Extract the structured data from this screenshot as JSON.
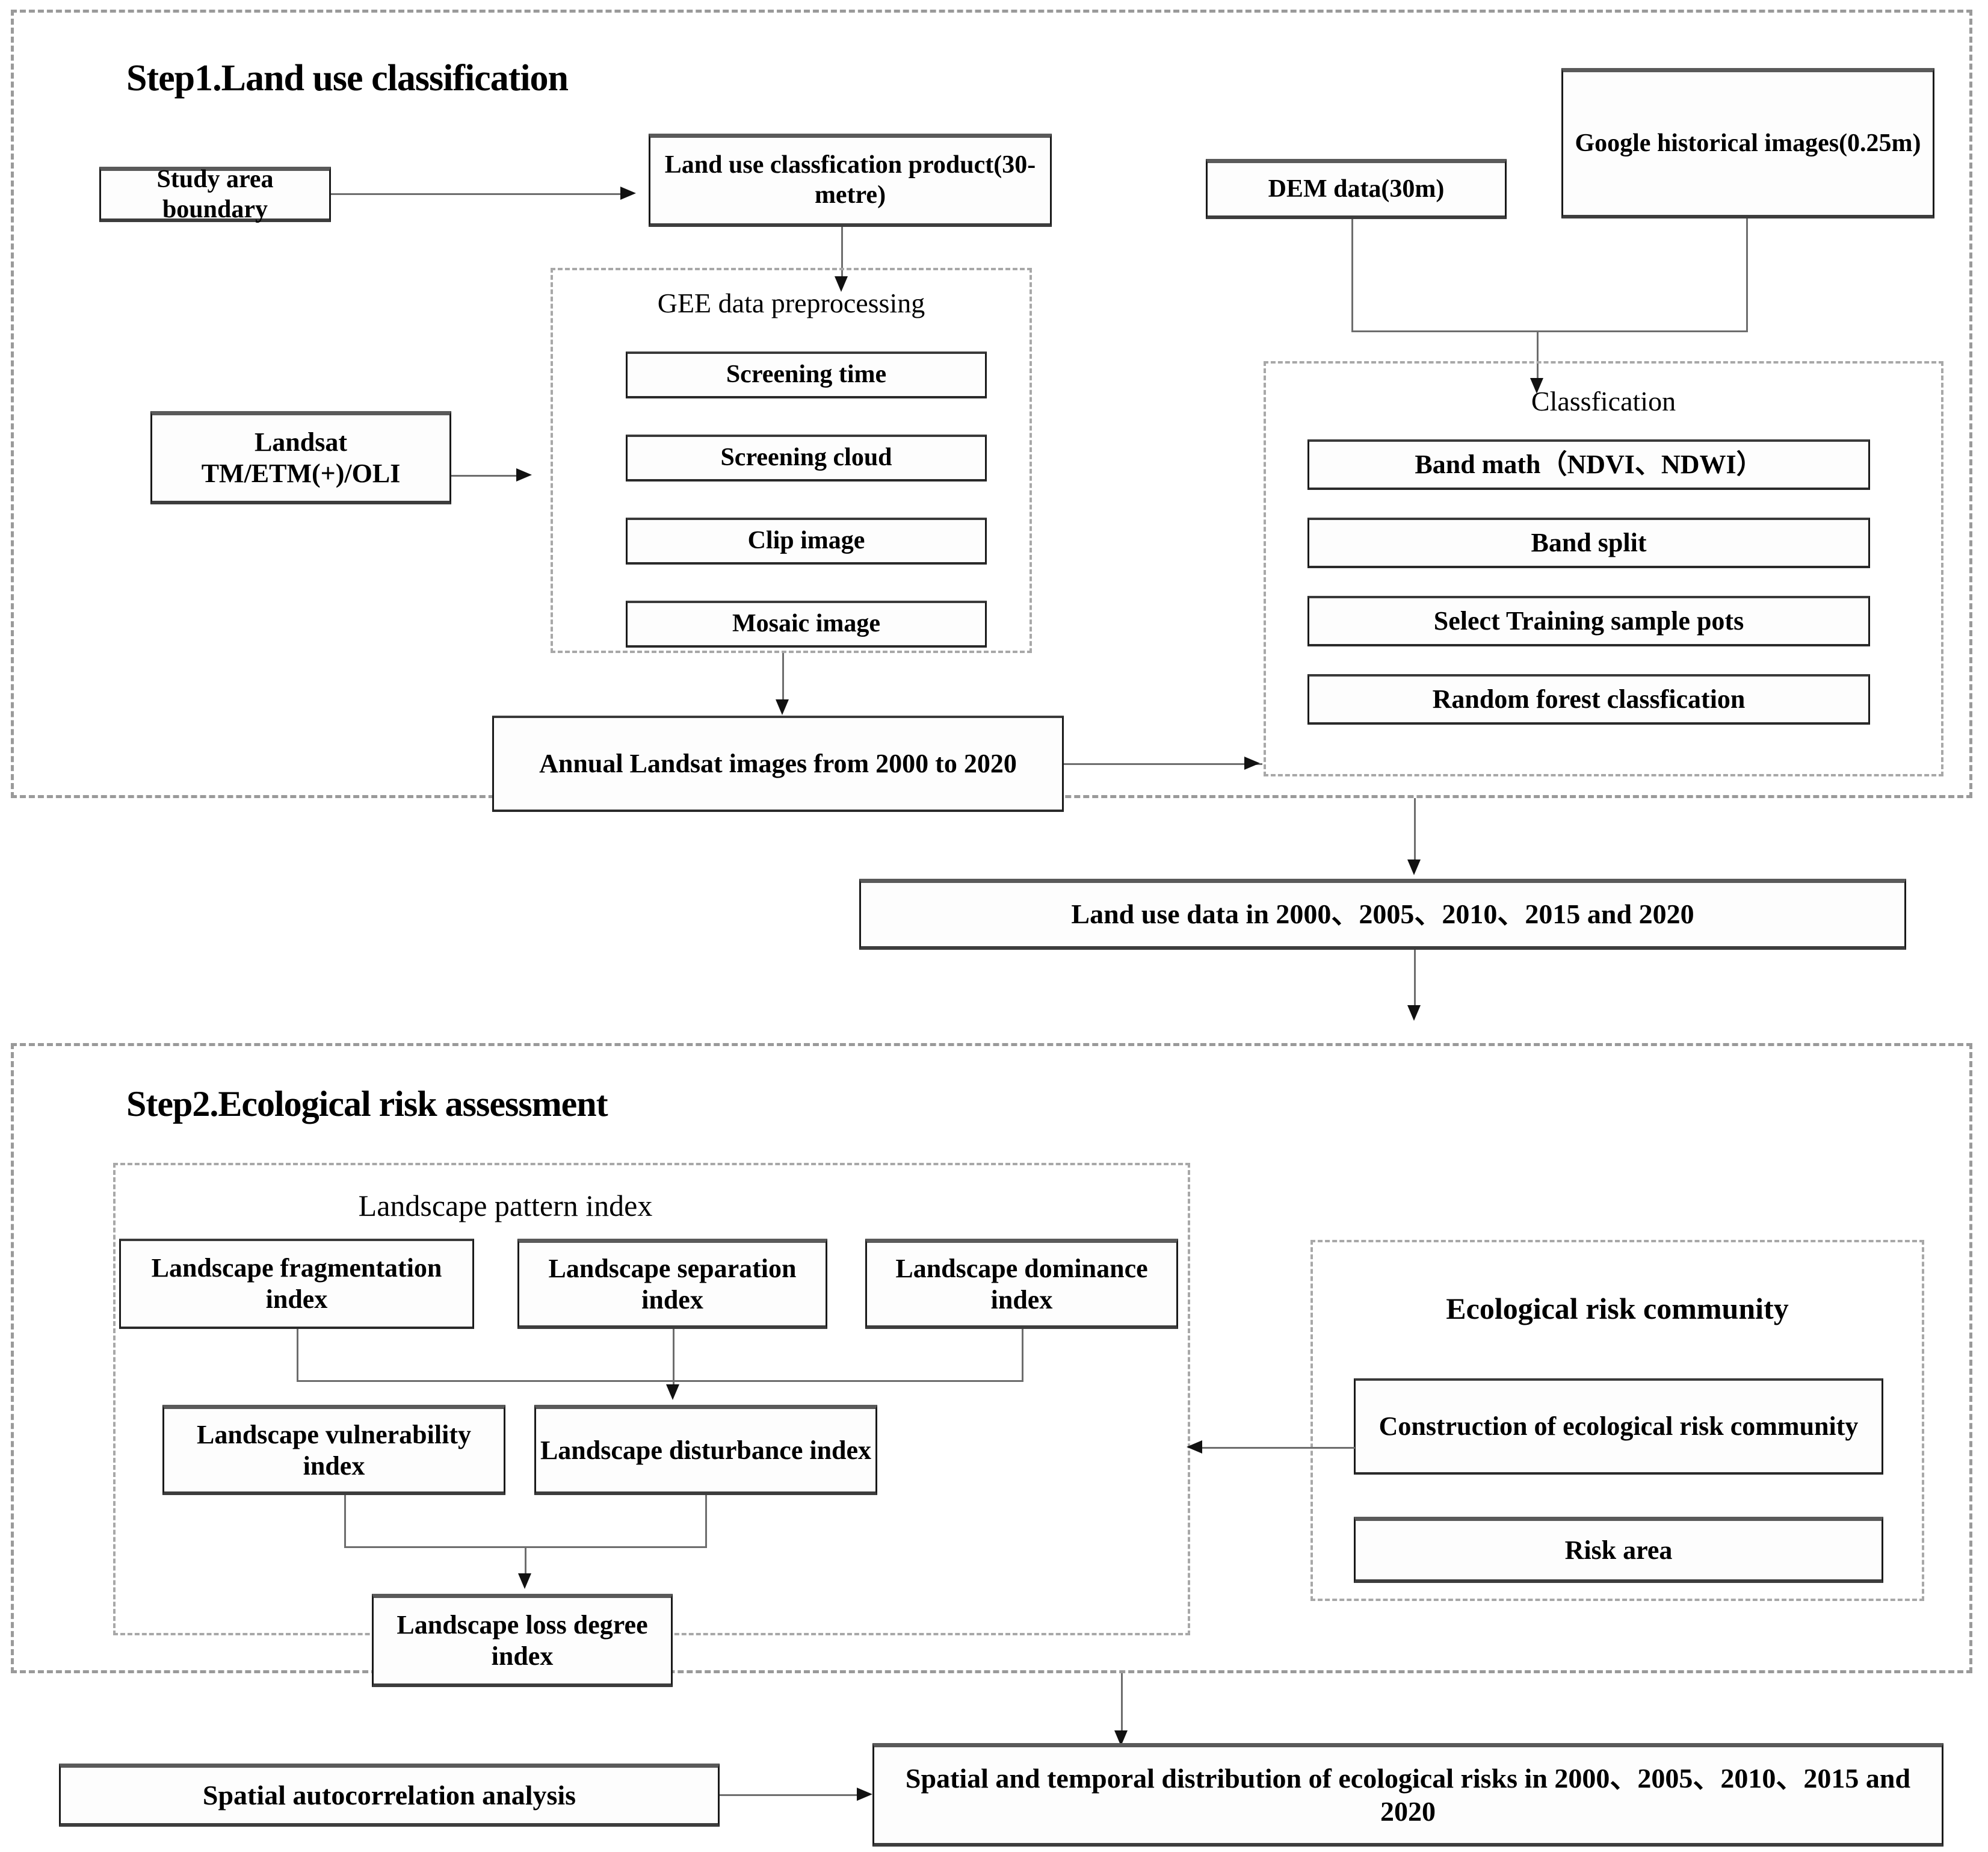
{
  "diagram": {
    "title": "Land use classification and ecological risk assessment workflow",
    "steps": [
      {
        "id": "step1",
        "title": "Step1.Land use classification",
        "nodes": {
          "study_area_boundary": "Study area boundary",
          "land_use_product": "Land use classfication product(30-metre)",
          "dem_data": "DEM data(30m)",
          "google_images": "Google historical images(0.25m)",
          "landsat": "Landsat TM/ETM(+)/OLI",
          "annual_landsat": "Annual Landsat images from 2000 to 2020"
        },
        "groups": [
          {
            "id": "gee",
            "title": "GEE data preprocessing",
            "items": [
              "Screening time",
              "Screening cloud",
              "Clip image",
              "Mosaic image"
            ]
          },
          {
            "id": "classification",
            "title": "Classfication",
            "items": [
              "Band math（NDVI、NDWI）",
              "Band split",
              "Select Training sample pots",
              "Random forest classfication"
            ]
          }
        ]
      },
      {
        "id": "step2",
        "title": "Step2.Ecological risk assessment",
        "groups": [
          {
            "id": "landscape_pattern",
            "title": "Landscape pattern index",
            "items": [
              "Landscape fragmentation index",
              "Landscape separation index",
              "Landscape dominance index",
              "Landscape vulnerability index",
              "Landscape disturbance index",
              "Landscape loss degree index"
            ]
          },
          {
            "id": "risk_community",
            "title": "Ecological risk community",
            "items": [
              "Construction of ecological risk community",
              "Risk area"
            ]
          }
        ]
      }
    ],
    "intermediate": {
      "land_use_data": "Land use data in 2000、2005、2010、2015 and 2020"
    },
    "footer": {
      "spatial_autocorrelation": "Spatial autocorrelation analysis",
      "final_output": "Spatial and temporal distribution of ecological risks in 2000、2005、2010、2015 and 2020"
    }
  }
}
